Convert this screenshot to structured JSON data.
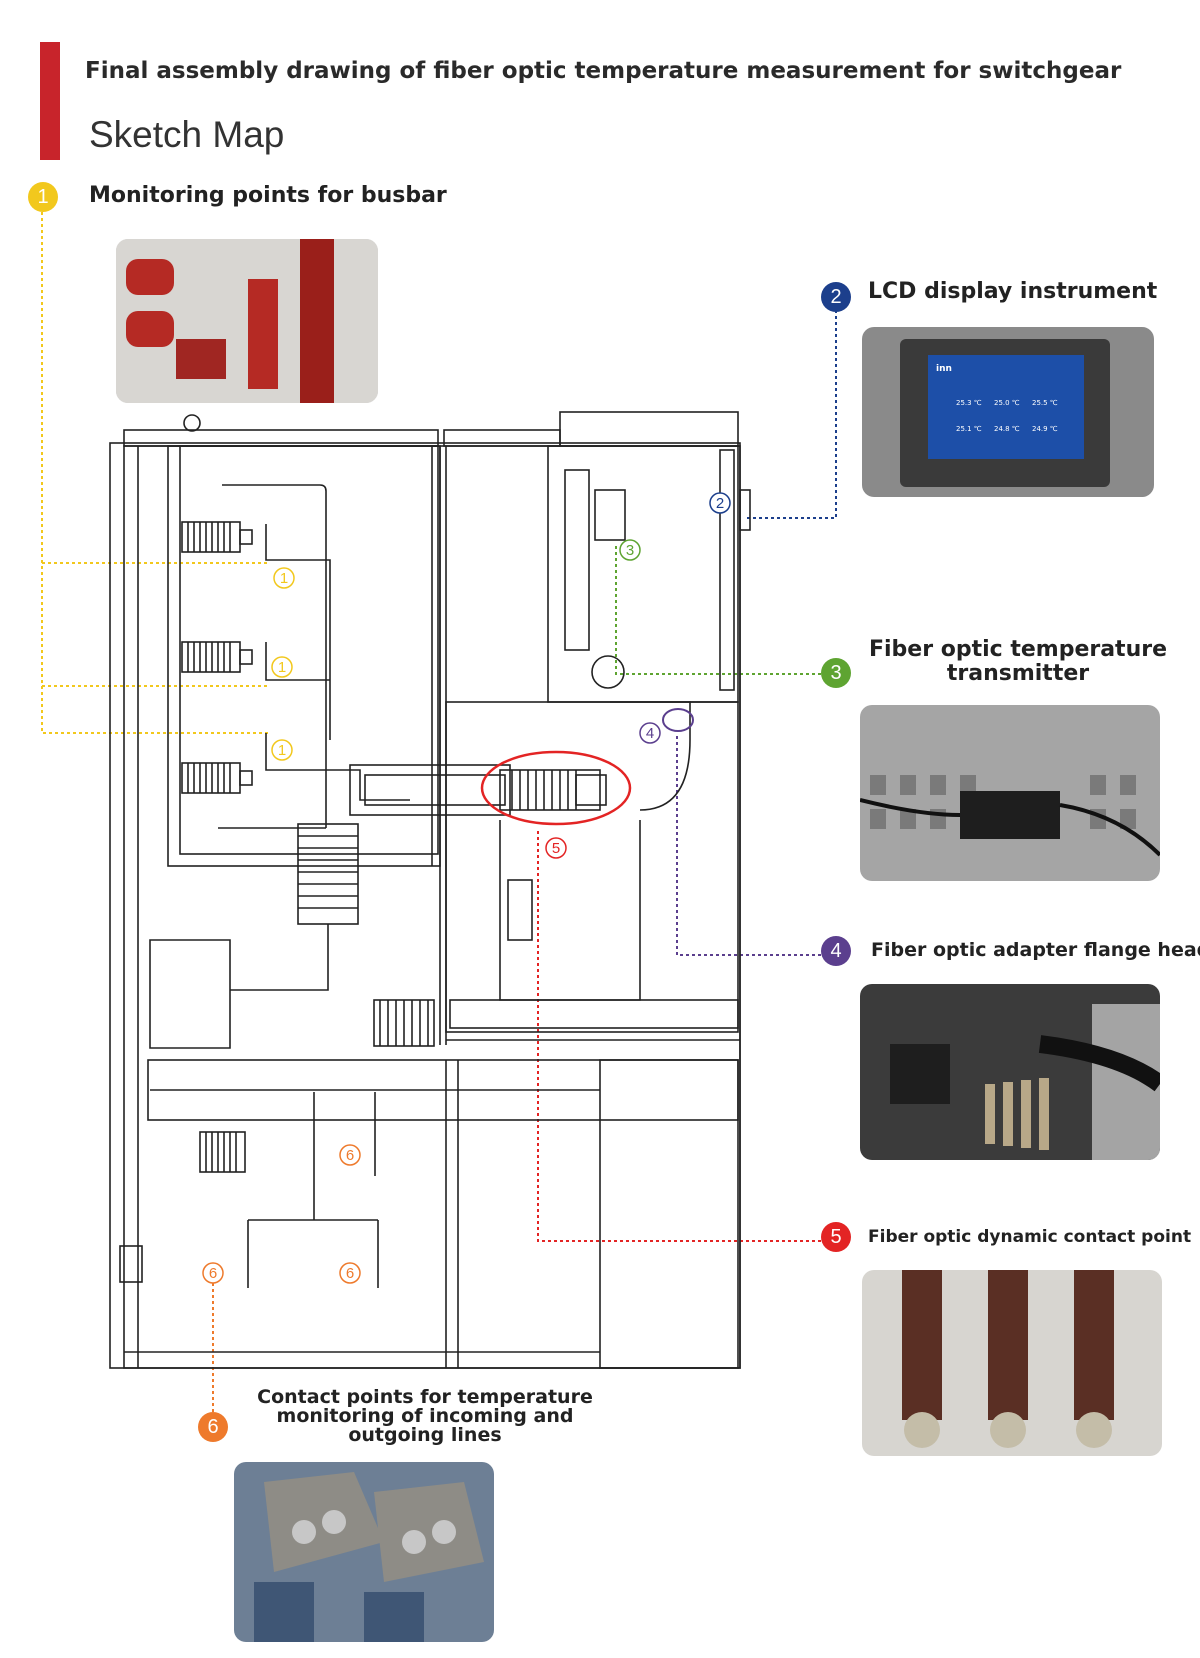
{
  "header": {
    "title": "Final assembly drawing of fiber optic temperature measurement for switchgear",
    "subtitle": "Sketch Map"
  },
  "colors": {
    "accent_red": "#c8242b",
    "busbar_yellow": "#f2c81d",
    "lcd_blue": "#1c3f8c",
    "transmitter_green": "#5ea431",
    "adapter_purple": "#5b3f8e",
    "contact_red": "#e32424",
    "line_orange": "#ee7a2c"
  },
  "callouts": [
    {
      "num": "1",
      "label": "Monitoring points for busbar",
      "color": "#f2c81d",
      "photo": "busbar-photo"
    },
    {
      "num": "2",
      "label": "LCD display instrument",
      "color": "#1c3f8c",
      "photo": "lcd-display-photo"
    },
    {
      "num": "3",
      "label": "Fiber optic temperature transmitter",
      "color": "#5ea431",
      "photo": "transmitter-photo"
    },
    {
      "num": "4",
      "label": "Fiber optic adapter flange head",
      "color": "#5b3f8e",
      "photo": "adapter-flange-photo"
    },
    {
      "num": "5",
      "label": "Fiber optic dynamic contact point",
      "color": "#e32424",
      "photo": "dynamic-contact-photo"
    },
    {
      "num": "6",
      "label": "Contact points for temperature monitoring of incoming and outgoing lines",
      "color": "#ee7a2c",
      "photo": "incoming-outgoing-photo"
    }
  ],
  "lcd_screen": {
    "brand": "inn",
    "values": [
      "25.3 ℃",
      "25.0 ℃",
      "25.5 ℃",
      "25.1 ℃",
      "24.8 ℃",
      "24.9 ℃"
    ]
  },
  "diagram_markers": [
    {
      "num": "1",
      "color": "#f2c81d"
    },
    {
      "num": "1",
      "color": "#f2c81d"
    },
    {
      "num": "1",
      "color": "#f2c81d"
    },
    {
      "num": "2",
      "color": "#1c3f8c"
    },
    {
      "num": "3",
      "color": "#5ea431"
    },
    {
      "num": "4",
      "color": "#5b3f8e"
    },
    {
      "num": "5",
      "color": "#e32424"
    },
    {
      "num": "6",
      "color": "#ee7a2c"
    },
    {
      "num": "6",
      "color": "#ee7a2c"
    },
    {
      "num": "6",
      "color": "#ee7a2c"
    }
  ]
}
